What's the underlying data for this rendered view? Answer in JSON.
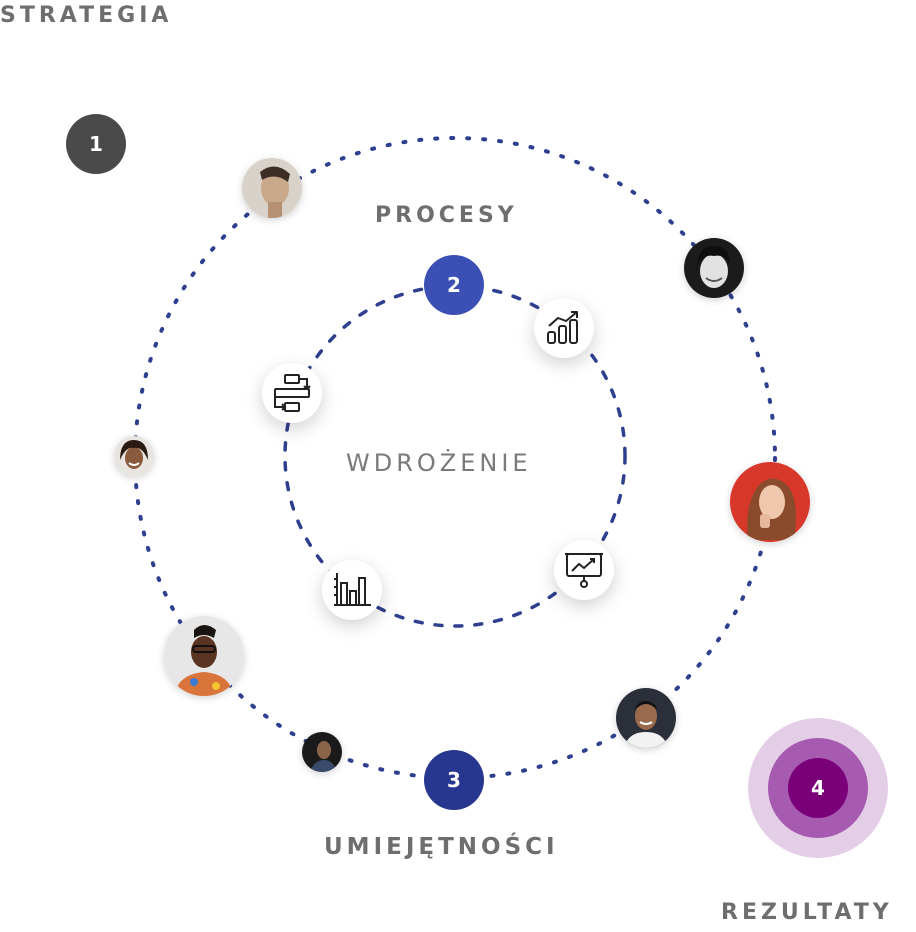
{
  "labels": {
    "strategia": "STRATEGIA",
    "procesy": "PROCESY",
    "wdrozenie": "WDROŻENIE",
    "umiejetnosci": "UMIEJĘTNOŚCI",
    "rezultaty": "REZULTATY"
  },
  "steps": {
    "one": "1",
    "two": "2",
    "three": "3",
    "four": "4"
  },
  "colors": {
    "ring_dots": "#2e3f8f",
    "step1": "#4a4a4a",
    "step2": "#3b4fb5",
    "step3": "#27378f",
    "step4_core": "#7a007a",
    "step4_mid": "#a65ab0",
    "step4_outer": "#e4cde7",
    "label": "#6e6e6e"
  },
  "icons": [
    "growth-chart-icon",
    "process-flow-icon",
    "bar-chart-icon",
    "presentation-chart-icon"
  ],
  "avatars": [
    "person-1",
    "person-2",
    "person-3",
    "person-4",
    "person-5",
    "person-6",
    "person-7",
    "person-8"
  ]
}
